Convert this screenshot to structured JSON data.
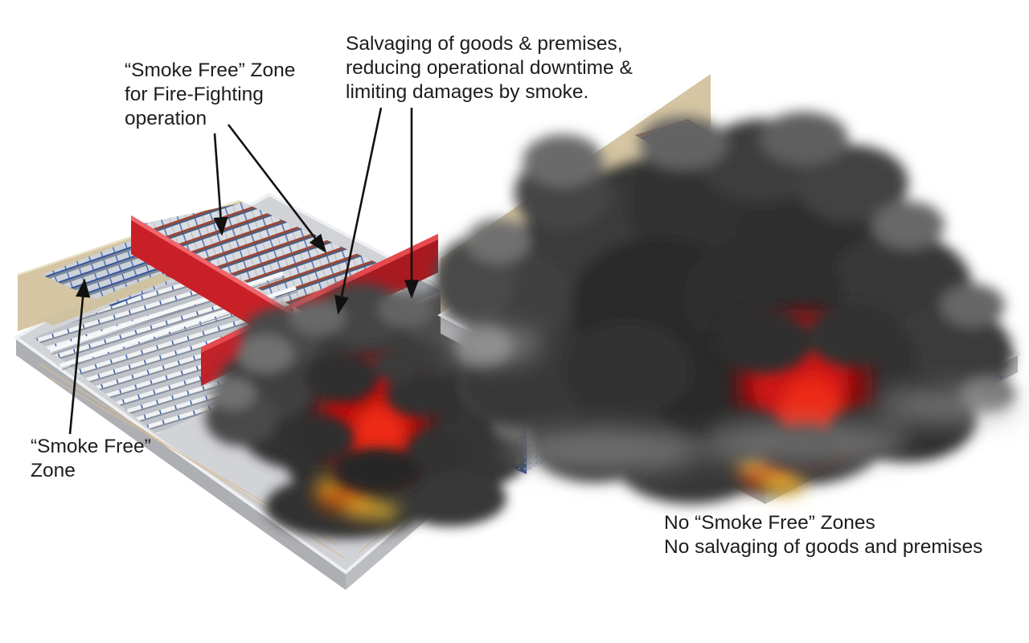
{
  "figure": {
    "type": "warehouse-fire-smoke-curtain-comparison",
    "background": "#ffffff"
  },
  "colors": {
    "smoke_curtain_red": "#c92027",
    "smoke_curtain_dark_red": "#a11a1f",
    "curtain_top_highlight": "#ef666c",
    "curtain_top_pink": "#f59aa0",
    "fire_red": "#c81111",
    "fire_core": "#ee2a18",
    "ember_yellow": "#d99b28",
    "smoke_dark": "#2e2e2e",
    "smoke_light": "#6f6f6f",
    "wall_beige": "#d5c5a2",
    "wall_beige_inner": "#e4d9ba",
    "rack_beam_red": "#a04531",
    "rack_blue": "#3b5dab",
    "crane_yellow": "#dfa41f",
    "slab_gray": "#d2d3d7",
    "floor_gray": "#9da0a4",
    "annotation_text": "#1d1d1d",
    "arrow_black": "#111111"
  },
  "annotations": {
    "smoke_free_zone_operation": {
      "lines": [
        "“Smoke Free” Zone",
        "for Fire-Fighting",
        "operation"
      ]
    },
    "salvaging": {
      "lines": [
        "Salvaging of goods & premises,",
        "reducing operational downtime &",
        "limiting damages by smoke."
      ]
    },
    "smoke_free_zone": {
      "lines": [
        "“Smoke Free”",
        "Zone"
      ]
    },
    "no_zones": {
      "lines": [
        "No “Smoke Free” Zones",
        "No salvaging of goods and premises"
      ]
    }
  }
}
